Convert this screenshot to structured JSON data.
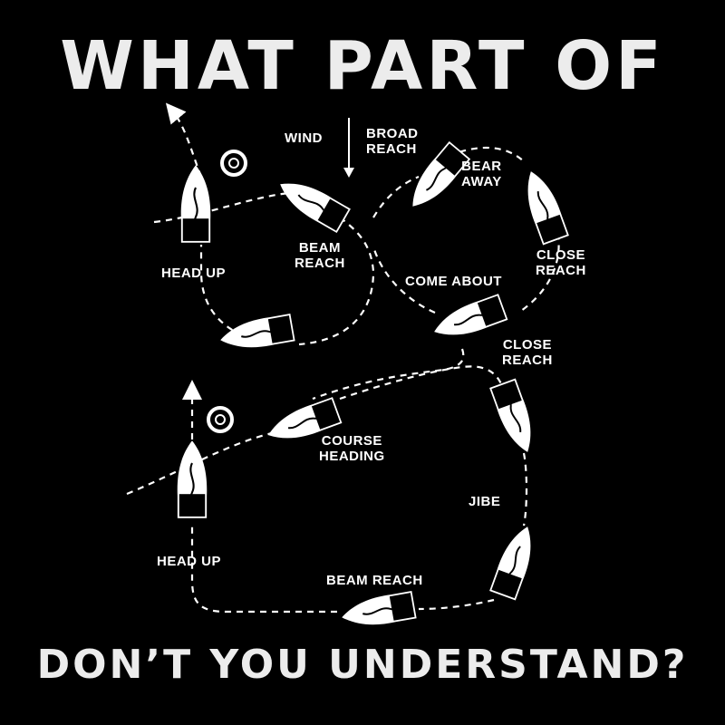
{
  "title": {
    "top": "WHAT PART OF",
    "bottom": "DON’T YOU UNDERSTAND?"
  },
  "wind": {
    "label": "WIND",
    "icon": "wind-direction-arrow-icon"
  },
  "labels": {
    "broad_reach": [
      "BROAD",
      "REACH"
    ],
    "bear_away": [
      "BEAR",
      "AWAY"
    ],
    "beam_reach_1": [
      "BEAM",
      "REACH"
    ],
    "close_reach_1": [
      "CLOSE",
      "REACH"
    ],
    "head_up_1": "HEAD UP",
    "come_about": "COME ABOUT",
    "close_reach_2": [
      "CLOSE",
      "REACH"
    ],
    "course_heading": [
      "COURSE",
      "HEADING"
    ],
    "jibe": "JIBE",
    "head_up_2": "HEAD UP",
    "beam_reach_2": "BEAM REACH"
  },
  "icons": {
    "boat": "sailboat-icon",
    "buoy": "life-ring-buoy-icon",
    "course": "dashed-course-path-icon"
  },
  "colors": {
    "background": "#000000",
    "foreground": "#ffffff"
  }
}
